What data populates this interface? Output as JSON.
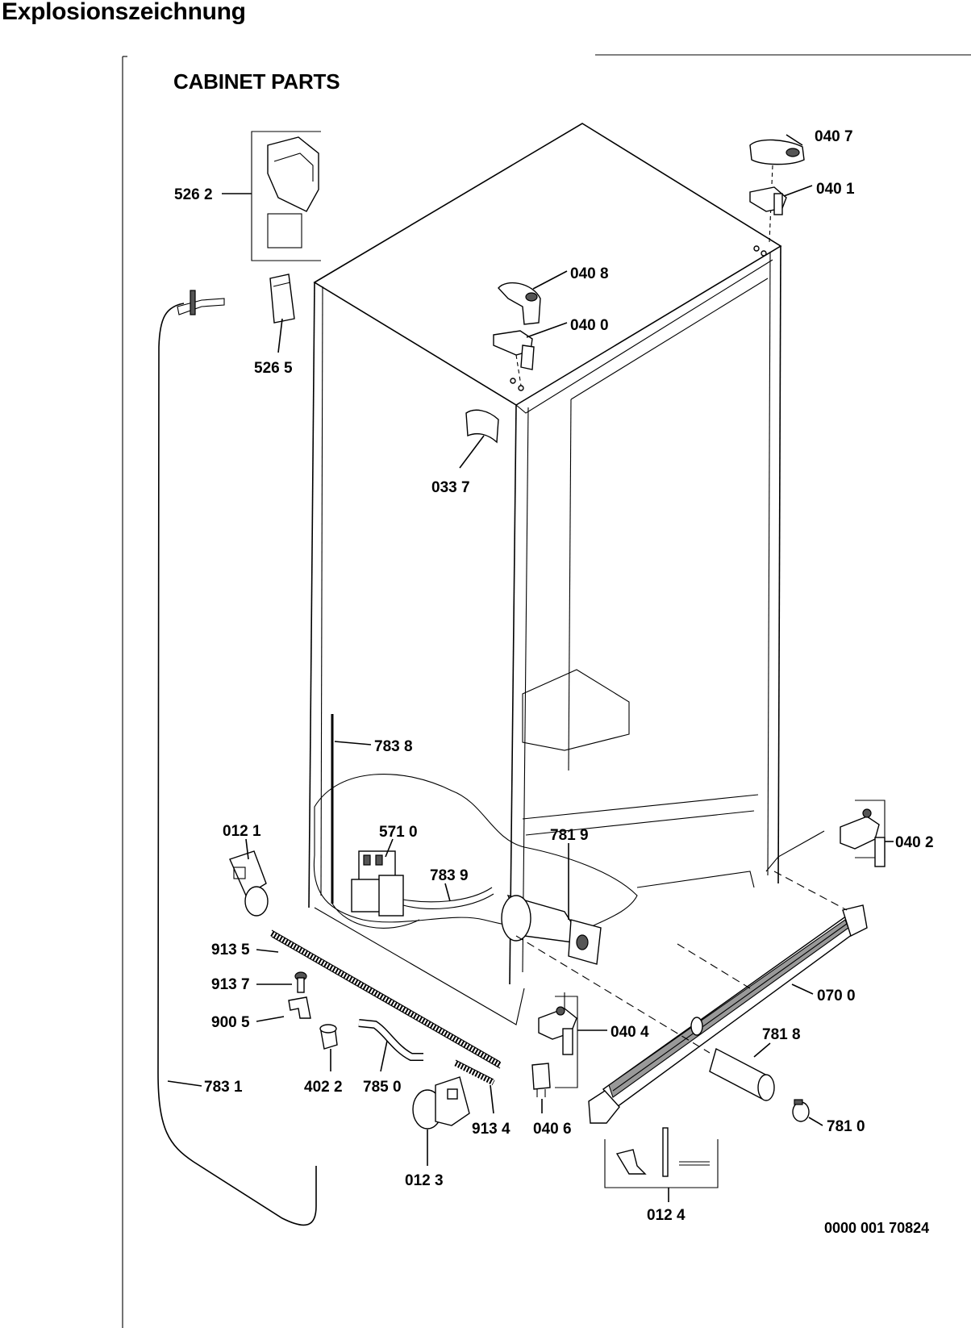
{
  "page_title": "Explosionszeichnung",
  "section_title": "CABINET PARTS",
  "drawing_code": "0000 001 70824",
  "callouts": {
    "c0407": "040 7",
    "c0401": "040 1",
    "c5262": "526 2",
    "c0408": "040 8",
    "c0400": "040 0",
    "c5265": "526 5",
    "c0337": "033 7",
    "c7838": "783 8",
    "c0121": "012 1",
    "c5710": "571 0",
    "c7819": "781 9",
    "c7839": "783 9",
    "c0402": "040 2",
    "c9135": "913 5",
    "c9137": "913 7",
    "c9005": "900 5",
    "c0700": "070 0",
    "c0404": "040 4",
    "c7818": "781 8",
    "c7831": "783 1",
    "c4022": "402 2",
    "c7850": "785 0",
    "c9134": "913 4",
    "c0406": "040 6",
    "c7810": "781 0",
    "c0123": "012 3",
    "c0124": "012 4"
  }
}
